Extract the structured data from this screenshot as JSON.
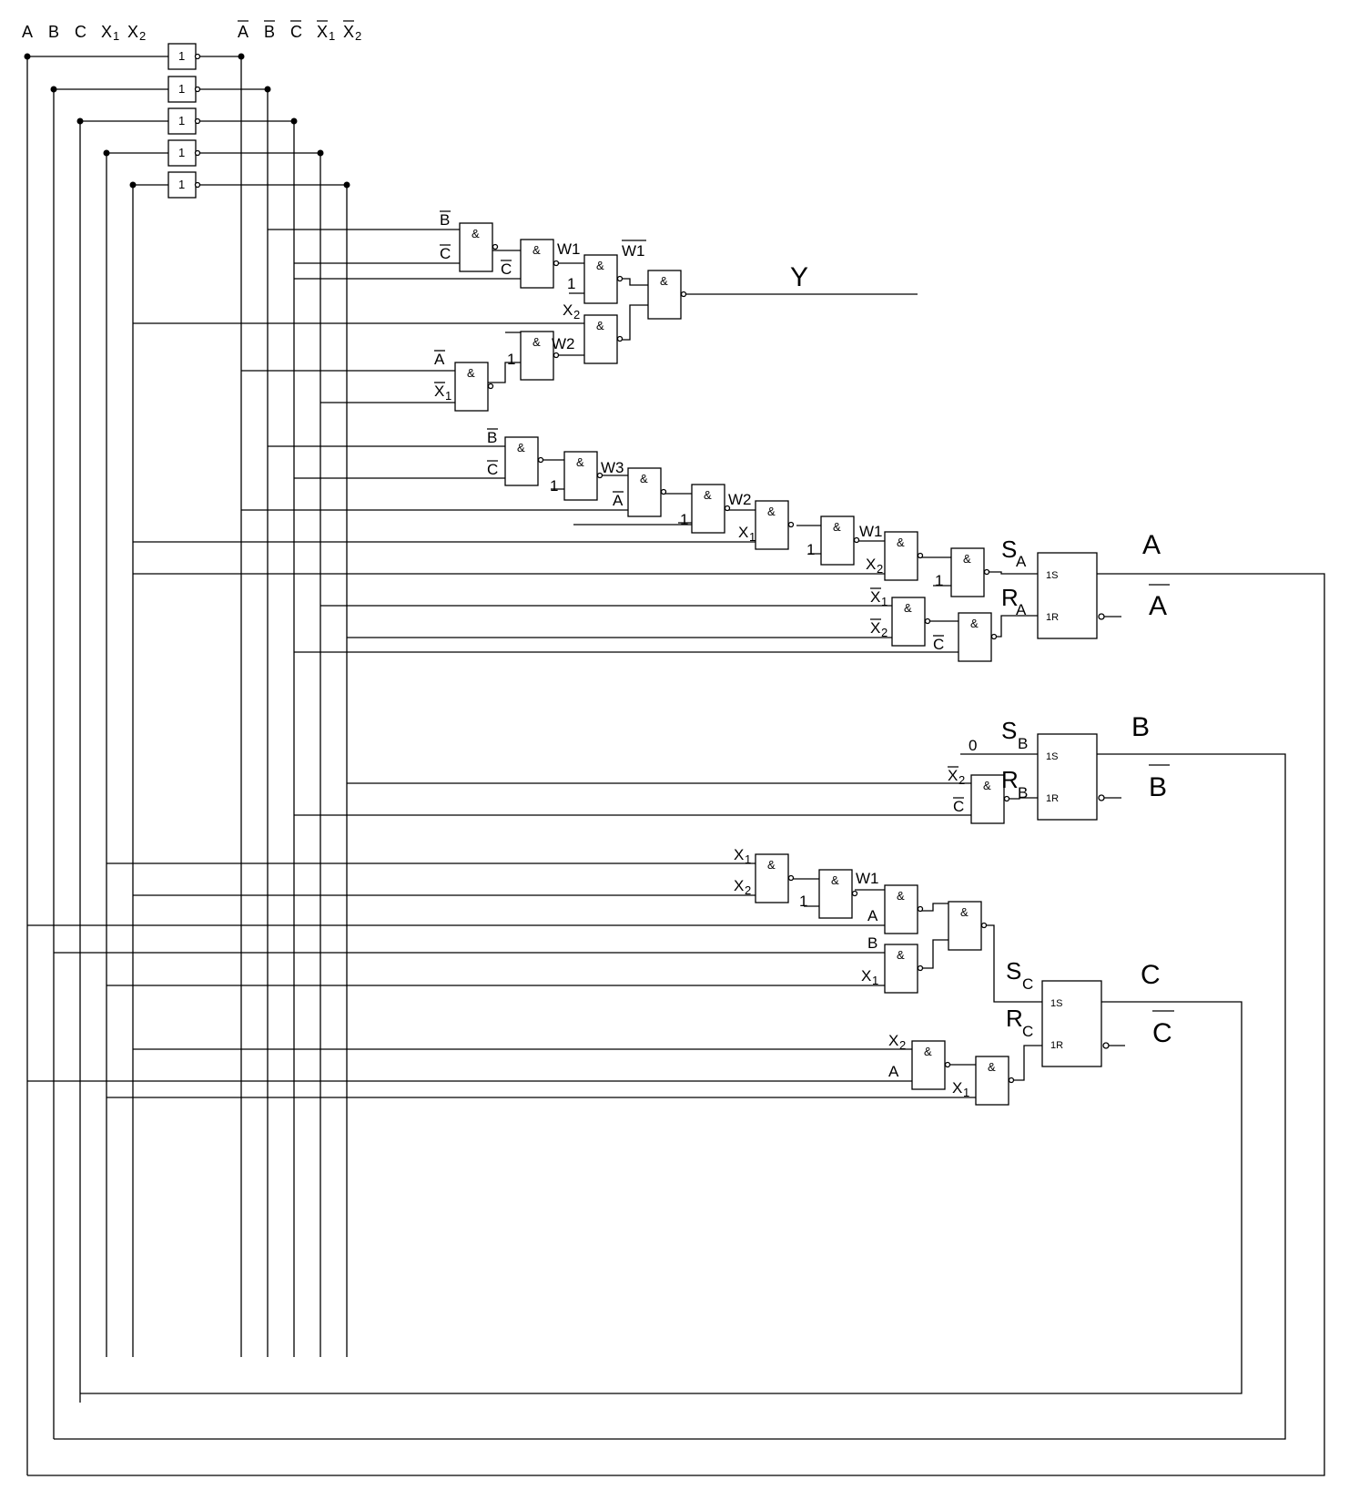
{
  "inputs": {
    "a": "A",
    "b": "B",
    "c": "C",
    "x1": "X",
    "x1_sub": "1",
    "x2": "X",
    "x2_sub": "2"
  },
  "inverted": {
    "a": "A",
    "b": "B",
    "c": "C",
    "x1": "X",
    "x1_sub": "1",
    "x2": "X",
    "x2_sub": "2"
  },
  "gates": {
    "not_symbol": "1",
    "and_symbol": "&"
  },
  "signals": {
    "w1": "W1",
    "w2": "W2",
    "w3": "W3",
    "one": "1",
    "zero": "0",
    "b": "B",
    "c": "C",
    "a": "A",
    "x": "X",
    "sub1": "1",
    "sub2": "2"
  },
  "outputs": {
    "y": "Y",
    "s": "S",
    "r": "R",
    "sub_a": "A",
    "sub_b": "B",
    "sub_c": "C",
    "q_a": "A",
    "q_b": "B",
    "q_c": "C",
    "nq_a": "A",
    "nq_b": "B",
    "nq_c": "C"
  },
  "flipflop": {
    "set_pin": "1S",
    "reset_pin": "1R"
  }
}
